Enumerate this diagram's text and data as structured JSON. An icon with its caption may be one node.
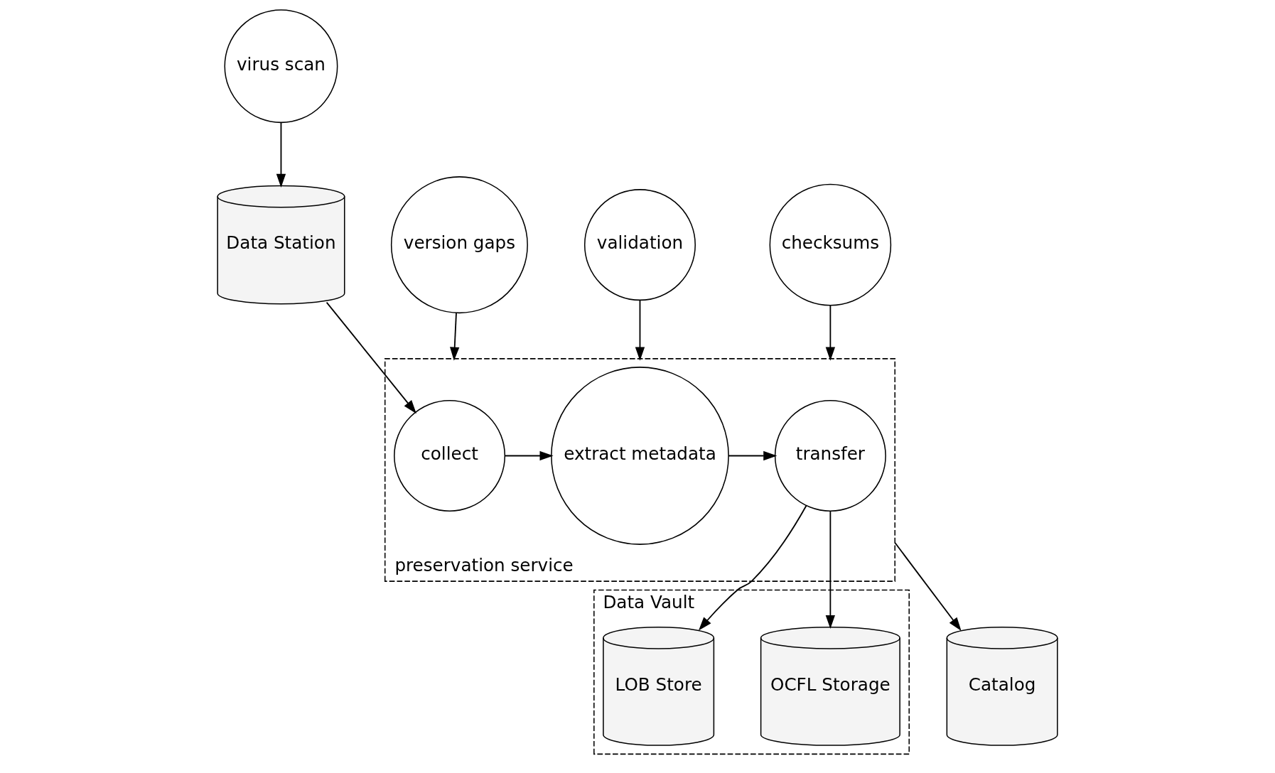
{
  "diagram": {
    "nodes": [
      {
        "text": [
          "virus scan"
        ]
      },
      {
        "text": [
          "version gaps"
        ]
      },
      {
        "text": [
          "validation"
        ]
      },
      {
        "text": [
          "checksums"
        ]
      },
      {
        "text": [
          "Data Station"
        ]
      },
      {
        "text": [
          "preservation service"
        ]
      },
      {
        "text": [
          "collect"
        ],
        "in": 5
      },
      {
        "text": [
          "extract metadata"
        ],
        "in": 5
      },
      {
        "text": [
          "transfer"
        ],
        "in": 5
      },
      {
        "text": [
          "Data Vault"
        ]
      },
      {
        "text": [
          "OCFL Storage"
        ],
        "in": 9
      },
      {
        "text": [
          "Catalog"
        ]
      },
      {
        "text": [
          "LOB Store"
        ],
        "in": 9
      }
    ],
    "edges": [
      {
        "from": 0,
        "to": 4,
        "arrow": "to"
      },
      {
        "from": 1,
        "to": 5,
        "arrow": "to"
      },
      {
        "from": 2,
        "to": 5,
        "arrow": "to"
      },
      {
        "from": 3,
        "to": 5,
        "arrow": "to"
      },
      {
        "from": 4,
        "to": 6,
        "arrow": "to"
      },
      {
        "from": 6,
        "to": 7,
        "arrow": "to"
      },
      {
        "from": 7,
        "to": 8,
        "arrow": "to"
      },
      {
        "from": 8,
        "to": 10,
        "arrow": "to"
      },
      {
        "from": 8,
        "to": 12,
        "arrow": "to"
      },
      {
        "from": 5,
        "to": 11,
        "arrow": "to"
      }
    ]
  }
}
